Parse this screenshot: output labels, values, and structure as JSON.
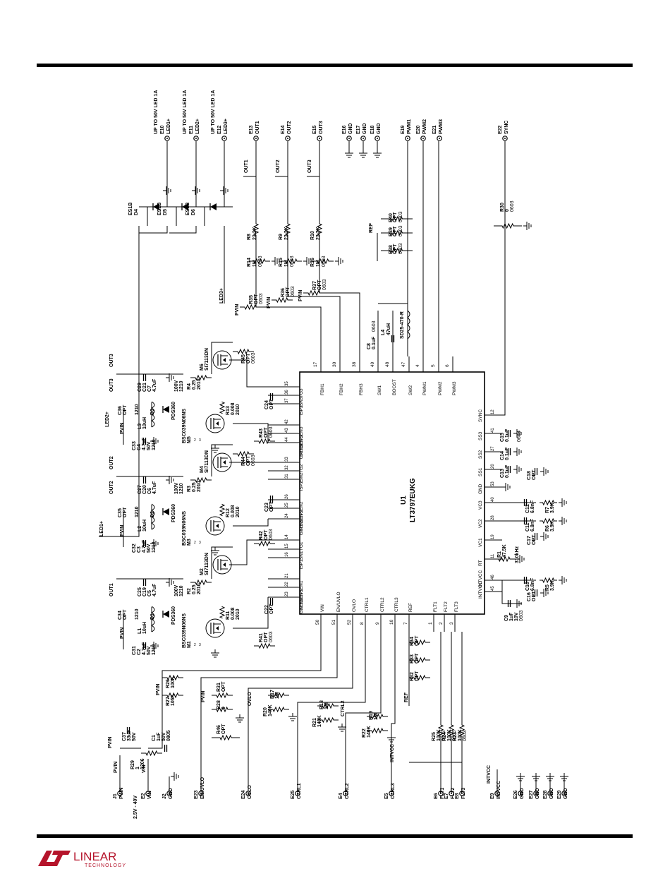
{
  "ic": {
    "ref": "U1",
    "part": "LT3797EUKG",
    "rt_note": "310kHz"
  },
  "left_pins": [
    {
      "num": "17",
      "name": "FBH1"
    },
    {
      "num": "30",
      "name": "FBH2"
    },
    {
      "num": "38",
      "name": "FBH3"
    },
    {
      "num": "49",
      "name": "SW1"
    },
    {
      "num": "48",
      "name": "BOOST"
    },
    {
      "num": "47",
      "name": "SW2"
    },
    {
      "num": "4",
      "name": "PWM1"
    },
    {
      "num": "5",
      "name": "PWM2"
    },
    {
      "num": "6",
      "name": "PWM3"
    }
  ],
  "top_pins": [
    {
      "num": "35",
      "name": "TG3"
    },
    {
      "num": "36",
      "name": "ISN3"
    },
    {
      "num": "37",
      "name": "ISP3"
    },
    {
      "num": "42",
      "name": "SENSEN3"
    },
    {
      "num": "43",
      "name": "SENSEP3"
    },
    {
      "num": "44",
      "name": "GATE3"
    },
    {
      "num": "33",
      "name": "TG2"
    },
    {
      "num": "32",
      "name": "ISN2"
    },
    {
      "num": "31",
      "name": "ISP2"
    },
    {
      "num": "26",
      "name": "SENSEN2"
    },
    {
      "num": "25",
      "name": "SENSEP2"
    },
    {
      "num": "24",
      "name": "GATE2"
    },
    {
      "num": "14",
      "name": "TG1"
    },
    {
      "num": "15",
      "name": "ISN1"
    },
    {
      "num": "16",
      "name": "ISP1"
    },
    {
      "num": "21",
      "name": "SENSEN1"
    },
    {
      "num": "22",
      "name": "SENSEP1"
    },
    {
      "num": "23",
      "name": "GATE1"
    }
  ],
  "bottom_pins": [
    {
      "num": "12",
      "name": "SYNC"
    },
    {
      "num": "41",
      "name": "SS3"
    },
    {
      "num": "27",
      "name": "SS2"
    },
    {
      "num": "20",
      "name": "SS1"
    },
    {
      "num": "53",
      "name": "GND"
    },
    {
      "num": "40",
      "name": "VC3"
    },
    {
      "num": "28",
      "name": "VC2"
    },
    {
      "num": "19",
      "name": "VC1"
    },
    {
      "num": "11",
      "name": "RT"
    },
    {
      "num": "46",
      "name": "INTVCC"
    },
    {
      "num": "45",
      "name": "INTVCC"
    }
  ],
  "right_pins": [
    {
      "num": "50",
      "name": "VIN"
    },
    {
      "num": "51",
      "name": "EN/UVLO"
    },
    {
      "num": "52",
      "name": "OVLO"
    },
    {
      "num": "8",
      "name": "CTRL1"
    },
    {
      "num": "9",
      "name": "CTRL2"
    },
    {
      "num": "10",
      "name": "CTRL3"
    },
    {
      "num": "7",
      "name": "REF"
    },
    {
      "num": "1",
      "name": "FLT1"
    },
    {
      "num": "2",
      "name": "FLT2"
    },
    {
      "num": "3",
      "name": "FLT3"
    }
  ],
  "top_terminals": [
    {
      "id": "E10",
      "label": "LED1+",
      "note": "UP TO 50V LED 1A"
    },
    {
      "id": "E11",
      "label": "LED2+",
      "note": "UP TO 50V LED 1A"
    },
    {
      "id": "E12",
      "label": "LED3+",
      "note": "UP TO 50V LED 1A"
    },
    {
      "id": "E13",
      "label": "OUT1"
    },
    {
      "id": "E14",
      "label": "OUT2"
    },
    {
      "id": "E15",
      "label": "OUT3"
    },
    {
      "id": "E16",
      "label": "GND"
    },
    {
      "id": "E17",
      "label": "GND"
    },
    {
      "id": "E18",
      "label": "GND"
    },
    {
      "id": "E19",
      "label": "PWM1"
    },
    {
      "id": "E20",
      "label": "PWM2"
    },
    {
      "id": "E21",
      "label": "PWM3"
    },
    {
      "id": "E22",
      "label": "SYNC"
    }
  ],
  "bottom_terminals": [
    {
      "id": "J1",
      "label": "PVIN"
    },
    {
      "id": "E2",
      "label": "VIN"
    },
    {
      "id": "J2",
      "label": "GND"
    },
    {
      "id": "E23",
      "label": "EN/UVLO"
    },
    {
      "id": "E24",
      "label": "OVLO"
    },
    {
      "id": "E25",
      "label": "CTRL1"
    },
    {
      "id": "E4",
      "label": "CTRL2"
    },
    {
      "id": "E5",
      "label": "CTRL3"
    },
    {
      "id": "E6",
      "label": "FLT1"
    },
    {
      "id": "E7",
      "label": "FLT2"
    },
    {
      "id": "E8",
      "label": "FLT3"
    },
    {
      "id": "E9",
      "label": "INTVCC"
    },
    {
      "id": "E26",
      "label": "GND"
    },
    {
      "id": "E27",
      "label": "GND"
    },
    {
      "id": "E28",
      "label": "GND"
    },
    {
      "id": "E29",
      "label": "GND"
    }
  ],
  "input_range": "2.5V - 40V",
  "net_labels": [
    "PVIN",
    "PVIN",
    "PVIN",
    "PVIN",
    "PVIN",
    "PVIN",
    "PVIN",
    "PVIN",
    "PVIN",
    "PVIN",
    "REF",
    "REF",
    "INTVCC",
    "INTVCC",
    "OUT1",
    "OUT2",
    "OUT3",
    "OUT1",
    "OUT2",
    "OUT3",
    "LED1+",
    "LED2+",
    "LED3+",
    "VIN"
  ],
  "led_diodes": [
    {
      "ref": "D4",
      "part": "ES1B"
    },
    {
      "ref": "D5",
      "part": "ES1B"
    },
    {
      "ref": "D6",
      "part": "ES1B"
    }
  ],
  "channels": [
    {
      "fet": "M1",
      "fet_part": "BSC039N06NS",
      "pfet": "M2",
      "pfet_part": "SI7113DN",
      "diode": "D1",
      "diode_part": "PDS360",
      "inductor": "L1",
      "ind_val": "10uH",
      "rsense": "R11",
      "rsense_val": "0.008",
      "rsense_pkg": "2010",
      "rled": "R2",
      "rled_val": "0.25",
      "rled_pkg": "2010",
      "cin_a": "C31",
      "cin_b": "C2",
      "cin_val": "4.7uF",
      "cin_v": "50V",
      "cin_pkg": "1210",
      "cout_a": "C25",
      "cout_b": "C19",
      "cout_c": "C5",
      "cout_val": "4.7uF",
      "cout_v": "100V",
      "cout_pkg": "1210",
      "c_opt": "C34",
      "c_opt2": "C22",
      "r_opt": "R41"
    },
    {
      "fet": "M3",
      "fet_part": "BSC039N06NS",
      "pfet": "M4",
      "pfet_part": "SI7113DN",
      "diode": "D2",
      "diode_part": "PDS360",
      "inductor": "L2",
      "ind_val": "10uH",
      "rsense": "R12",
      "rsense_val": "0.008",
      "rsense_pkg": "2010",
      "rled": "R3",
      "rled_val": "0.25",
      "rled_pkg": "2010",
      "cin_a": "C32",
      "cin_b": "C3",
      "cin_val": "4.7uF",
      "cin_v": "50V",
      "cin_pkg": "1210",
      "cout_a": "C27",
      "cout_b": "C20",
      "cout_c": "C6",
      "cout_val": "4.7uF",
      "cout_v": "100V",
      "cout_pkg": "1210",
      "c_opt": "C35",
      "c_opt2": "C23",
      "r_opt": "R42"
    },
    {
      "fet": "M5",
      "fet_part": "BSC039N06NS",
      "pfet": "M6",
      "pfet_part": "SI7113DN",
      "diode": "D3",
      "diode_part": "PDS360",
      "inductor": "L3",
      "ind_val": "10uH",
      "rsense": "R13",
      "rsense_val": "0.008",
      "rsense_pkg": "2010",
      "rled": "R4",
      "rled_val": "0.25",
      "rled_pkg": "2010",
      "cin_a": "C33",
      "cin_b": "C4",
      "cin_val": "4.7uF",
      "cin_v": "50V",
      "cin_pkg": "1210",
      "cout_a": "C29",
      "cout_b": "C21",
      "cout_c": "C7",
      "cout_val": "4.7uF",
      "cout_v": "100V",
      "cout_pkg": "1210",
      "c_opt": "C36",
      "c_opt2": "C24",
      "r_opt": "R43"
    }
  ],
  "parts": {
    "R8": [
      "R8",
      "23.2K"
    ],
    "R9": [
      "R9",
      "23.2K"
    ],
    "R10": [
      "R10",
      "23.2K"
    ],
    "R14": [
      "R14",
      "1M",
      "0603"
    ],
    "R15": [
      "R15",
      "1M",
      "0603"
    ],
    "R16": [
      "R16",
      "1M",
      "0603"
    ],
    "R35": [
      "R35",
      "OPT",
      "0603"
    ],
    "R36": [
      "R36",
      "OPT",
      "0603"
    ],
    "R37": [
      "R37",
      "OPT",
      "0603"
    ],
    "R38": [
      "R38",
      "OPT",
      "0603"
    ],
    "R39": [
      "R39",
      "OPT",
      "0603"
    ],
    "R40": [
      "R40",
      "OPT",
      "0603"
    ],
    "R30": [
      "R30",
      "0",
      "0603"
    ],
    "R44": [
      "R44",
      "OPT",
      "0603"
    ],
    "R45": [
      "R45",
      "OPT",
      "0603"
    ],
    "C8": [
      "C8",
      "0.1uF",
      "0603"
    ],
    "L4": [
      "L4",
      "47uH",
      "SD25-470-R"
    ],
    "C13": [
      "C13",
      "0.1uF"
    ],
    "C14": [
      "C14",
      "0.1uF"
    ],
    "C15": [
      "C15",
      "0.1uF",
      "0603"
    ],
    "C18": [
      "C18",
      "OPT"
    ],
    "C12": [
      "C12",
      "6.8nF"
    ],
    "R7": [
      "R7",
      "3.9K"
    ],
    "C11": [
      "C11",
      "6.8nF"
    ],
    "C17": [
      "C17",
      "OPT"
    ],
    "R6": [
      "R6",
      "3.9K"
    ],
    "R1": [
      "R1",
      "47.5K"
    ],
    "C10": [
      "C10",
      "6.8nF"
    ],
    "C16": [
      "C16",
      "OPT"
    ],
    "R5": [
      "R5",
      "3.9K"
    ],
    "C9": [
      "C9",
      "1uF",
      "10V",
      "0603"
    ],
    "C37": [
      "C37",
      "33uF",
      "50V"
    ],
    "C1": [
      "C1",
      "1uF",
      "50V",
      "0805"
    ],
    "R29": [
      "R29",
      "1",
      "1206"
    ],
    "R26": [
      "R26",
      "100K"
    ],
    "R27": [
      "R27",
      "105K"
    ],
    "R31": [
      "R31",
      "OPT"
    ],
    "R28": [
      "R28",
      "0"
    ],
    "R46": [
      "R46",
      "OPT"
    ],
    "R17": [
      "R17",
      "1M"
    ],
    "R20": [
      "R20",
      "140K"
    ],
    "R18": [
      "R18",
      "1M"
    ],
    "R21": [
      "R21",
      "140K"
    ],
    "R19": [
      "R19",
      "1M"
    ],
    "R22": [
      "R22",
      "140K"
    ],
    "R32": [
      "R32",
      "OPT"
    ],
    "R33": [
      "R33",
      "OPT"
    ],
    "R34": [
      "R34",
      "OPT"
    ],
    "R25": [
      "R25",
      "100K",
      "0603"
    ],
    "R24": [
      "R24",
      "100K",
      "0603"
    ],
    "R23": [
      "R23",
      "100K",
      "0603"
    ]
  },
  "logo": {
    "brand": "LINEAR",
    "sub": "TECHNOLOGY"
  }
}
